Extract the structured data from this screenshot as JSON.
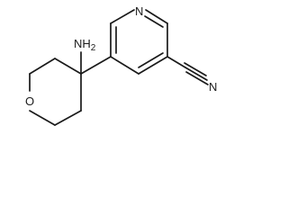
{
  "molecule": {
    "atoms": {
      "amine_N": "N",
      "amine_H": "H",
      "amine_count": "2",
      "pyridine_N": "N",
      "ring_O": "O",
      "nitrile_N": "N"
    }
  }
}
